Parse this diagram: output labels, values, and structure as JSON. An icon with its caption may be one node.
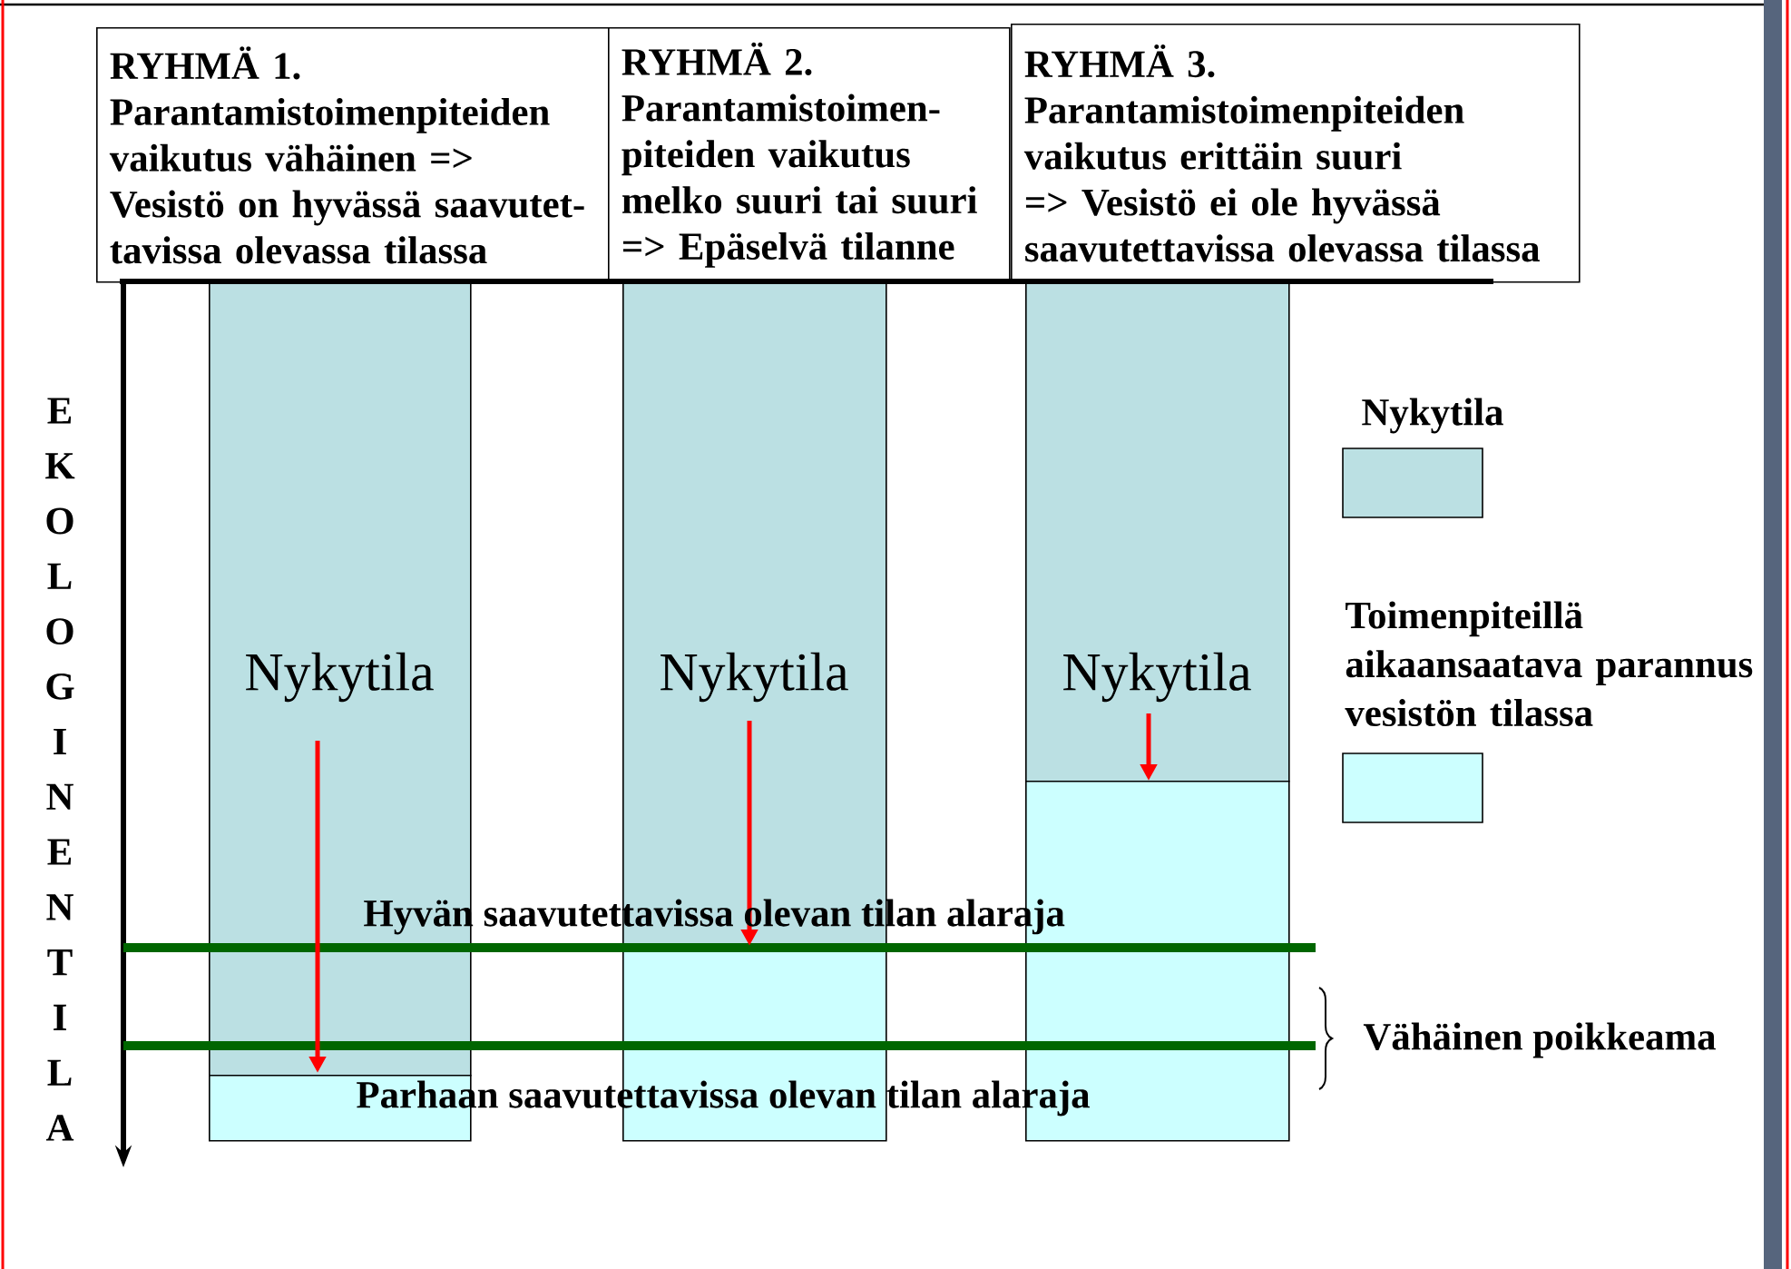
{
  "diagram": {
    "nodes": [
      {
        "text": [
          "RYHMÄ 1.",
          "Parantamistoimenpiteiden vaikutus vähäinen => Vesistö on hyvässä saavutet- tavissa olevassa tilassa"
        ]
      },
      {
        "text": [
          "RYHMÄ 2.",
          "Parantamistoimen- piteiden vaikutus melko suuri tai suuri => Epäselvä tilanne"
        ]
      },
      {
        "text": [
          "RYHMÄ 3.",
          "Parantamistoimenpiteiden vaikutus erittäin suuri => Vesistö ei ole hyvässä saavutettavissa olevassa tilassa"
        ]
      },
      {
        "text": [
          "Nykytila"
        ]
      },
      {
        "text": [
          "Nykytila"
        ]
      },
      {
        "text": [
          "Nykytila"
        ]
      },
      {
        "text": [],
        "shape": "box"
      },
      {
        "text": [],
        "shape": "box"
      },
      {
        "text": [],
        "shape": "box"
      }
    ],
    "labels": [
      "EKOLOGINEN TILA",
      "Hyvän saavutettavissa olevan tilan alaraja",
      "Vähäinen poikkeama",
      "Parhaan saavutettavissa olevan tilan alaraja"
    ],
    "legend": [
      {
        "text": "Nykytila",
        "color": "#bbe0e3"
      },
      {
        "text": "Toimenpiteillä aikaansaatava parannus vesistön tilassa",
        "color": "#ccffff"
      }
    ]
  }
}
